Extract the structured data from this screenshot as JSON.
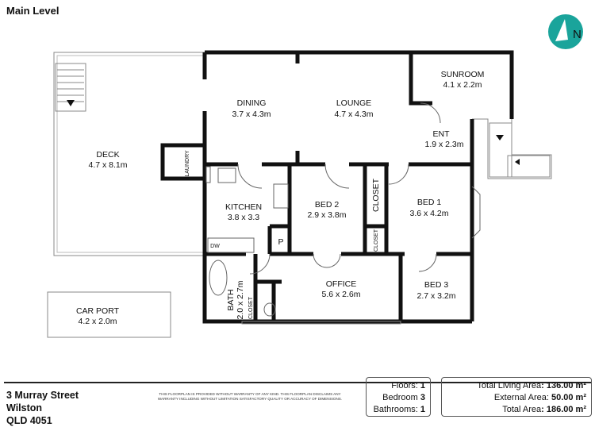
{
  "title": "Main Level",
  "compass": {
    "label": "N",
    "color": "#1aa49b",
    "icon": "north-compass-icon"
  },
  "rooms": [
    {
      "name": "DINING",
      "size": "3.7 x 4.3m"
    },
    {
      "name": "LOUNGE",
      "size": "4.7 x 4.3m"
    },
    {
      "name": "SUNROOM",
      "size": "4.1 x 2.2m"
    },
    {
      "name": "ENT",
      "size": "1.9 x 2.3m"
    },
    {
      "name": "DECK",
      "size": "4.7 x 8.1m"
    },
    {
      "name": "LAUNDRY"
    },
    {
      "name": "KITCHEN",
      "size": "3.8 x 3.3"
    },
    {
      "name": "BED 2",
      "size": "2.9 x 3.8m"
    },
    {
      "name": "CLOSET"
    },
    {
      "name": "BED 1",
      "size": "3.6 x 4.2m"
    },
    {
      "name": "CLOSET"
    },
    {
      "name": "P"
    },
    {
      "name": "DW"
    },
    {
      "name": "BATH",
      "size": "2.0 x 2.7m"
    },
    {
      "name": "CLOSET"
    },
    {
      "name": "OFFICE",
      "size": "5.6 x 2.6m"
    },
    {
      "name": "BED 3",
      "size": "2.7 x 3.2m"
    },
    {
      "name": "CAR PORT",
      "size": "4.2 x 2.0m"
    }
  ],
  "address": {
    "line1": "3 Murray Street",
    "line2": "Wilston",
    "line3": "QLD 4051"
  },
  "disclaimer": "THIS FLOORPLAN IS PROVIDED WITHOUT WARRANTY OF ANY KIND. THIS FLOORPLAN DISCLAIMS ANY WARRANTY INCLUDING WITHOUT LIMITATION SATISFACTORY QUALITY OR ACCURACY OF DIMENSIONS.",
  "counts": [
    {
      "label": "Floors: ",
      "value": "1"
    },
    {
      "label": "Bedroom ",
      "value": "3"
    },
    {
      "label": "Bathrooms: ",
      "value": "1"
    }
  ],
  "areas": [
    {
      "label": "Total Living Area",
      "value": ": 136.00 m²"
    },
    {
      "label": "External Area: ",
      "value": " 50.00 m²"
    },
    {
      "label": "Total Area",
      "value": ": 186.00 m²"
    }
  ]
}
